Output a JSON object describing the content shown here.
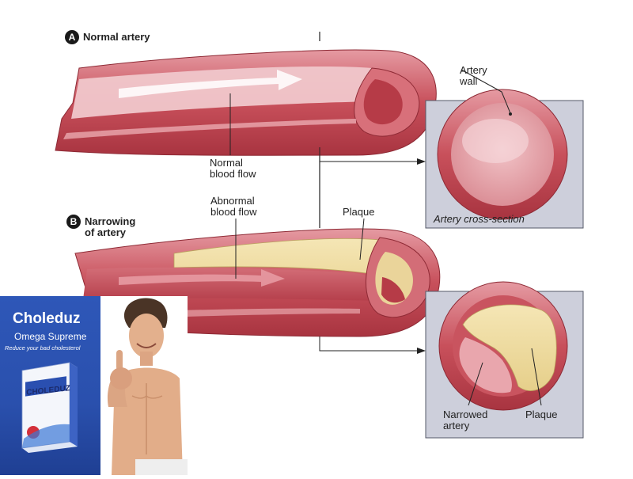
{
  "section_a": {
    "badge": "A",
    "title": "Normal artery",
    "labels": {
      "artery_wall": [
        "Artery",
        "wall"
      ],
      "normal_flow": [
        "Normal",
        "blood flow"
      ],
      "cross_section": "Artery cross-section"
    }
  },
  "section_b": {
    "badge": "B",
    "title": [
      "Narrowing",
      "of artery"
    ],
    "labels": {
      "abnormal_flow": [
        "Abnormal",
        "blood flow"
      ],
      "plaque_top": "Plaque",
      "narrowed": [
        "Narrowed",
        "artery"
      ],
      "plaque_inset": "Plaque"
    }
  },
  "ad": {
    "brand": "Choleduz",
    "subtitle": "Omega Supreme",
    "tagline": "Reduce your bad cholesterol",
    "box_name": "CHOLEDUZ"
  },
  "colors": {
    "artery": "#c84a55",
    "artery_light": "#e7a3a9",
    "lumen": "#b83c48",
    "plaque": "#f0dca0",
    "inset_bg": "#cdcfdb",
    "ad_blue": "#2e57b8"
  }
}
